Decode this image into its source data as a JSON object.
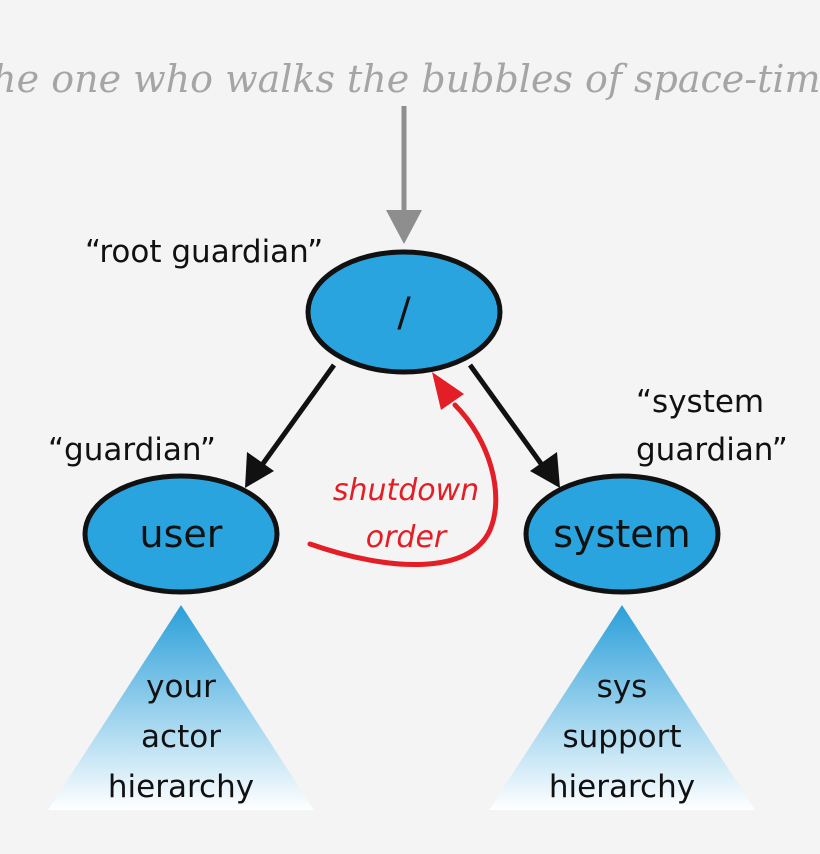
{
  "tagline": "“the one who walks the bubbles of space-time”",
  "nodes": {
    "root": {
      "label": "/",
      "caption": "“root guardian”"
    },
    "user": {
      "label": "user",
      "caption": "“guardian”"
    },
    "system": {
      "label": "system",
      "caption_line1": "“system",
      "caption_line2": "guardian”"
    }
  },
  "shutdown": {
    "line1": "shutdown",
    "line2": "order"
  },
  "hierarchies": {
    "user": {
      "line1": "your",
      "line2": "actor",
      "line3": "hierarchy"
    },
    "system": {
      "line1": "sys",
      "line2": "support",
      "line3": "hierarchy"
    }
  },
  "colors": {
    "node_fill": "#2aa4de",
    "node_stroke": "#111111",
    "triangle_top": "#2a9fd9",
    "triangle_bottom": "#ffffff",
    "shutdown_red": "#e41e26",
    "tagline_gray": "#a5a5a5",
    "arrow_gray": "#8e8e8e",
    "text_dark": "#111111"
  }
}
